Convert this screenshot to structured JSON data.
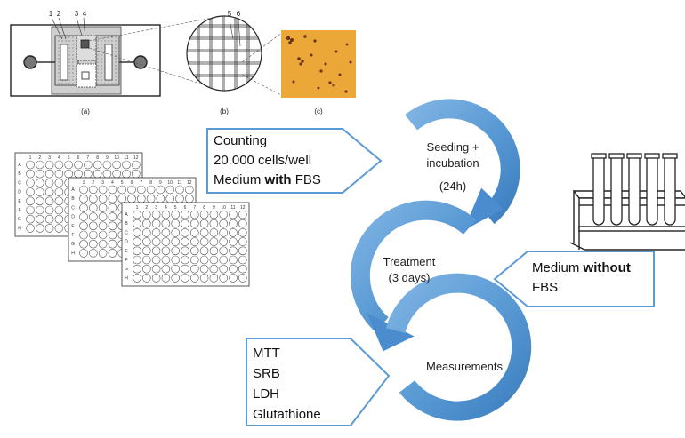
{
  "hemocytometer": {
    "panel_labels": [
      "(a)",
      "(b)",
      "(c)"
    ],
    "numbers_a": [
      "1",
      "2",
      "3",
      "4"
    ],
    "numbers_b": [
      "5",
      "6"
    ],
    "colors": {
      "stain_bg": "#e8a030",
      "cell": "#6b3318"
    }
  },
  "plates": {
    "row_letters": [
      "A",
      "B",
      "C",
      "D",
      "E",
      "F",
      "G",
      "H"
    ],
    "col_numbers": [
      "1",
      "2",
      "3",
      "4",
      "5",
      "6",
      "7",
      "8",
      "9",
      "10",
      "11",
      "12"
    ]
  },
  "cycle": {
    "step1_line1": "Seeding +",
    "step1_line2": "incubation",
    "step1_line3": "(24h)",
    "step2_line1": "Treatment",
    "step2_line2": "(3 days)",
    "step3": "Measurements",
    "colors": {
      "arrow": "#5b9bd5",
      "arrow_dark": "#2e6fb0"
    }
  },
  "callouts": {
    "counting": {
      "line1": "Counting",
      "line2": "20.000 cells/well",
      "line3_prefix": "Medium ",
      "line3_bold": "with",
      "line3_suffix": " FBS"
    },
    "medium": {
      "line1_prefix": "Medium ",
      "line1_bold": "without",
      "line2": "FBS"
    },
    "assays": [
      "MTT",
      "SRB",
      "LDH",
      "Glutathione"
    ],
    "colors": {
      "border": "#5b9bd5"
    }
  }
}
